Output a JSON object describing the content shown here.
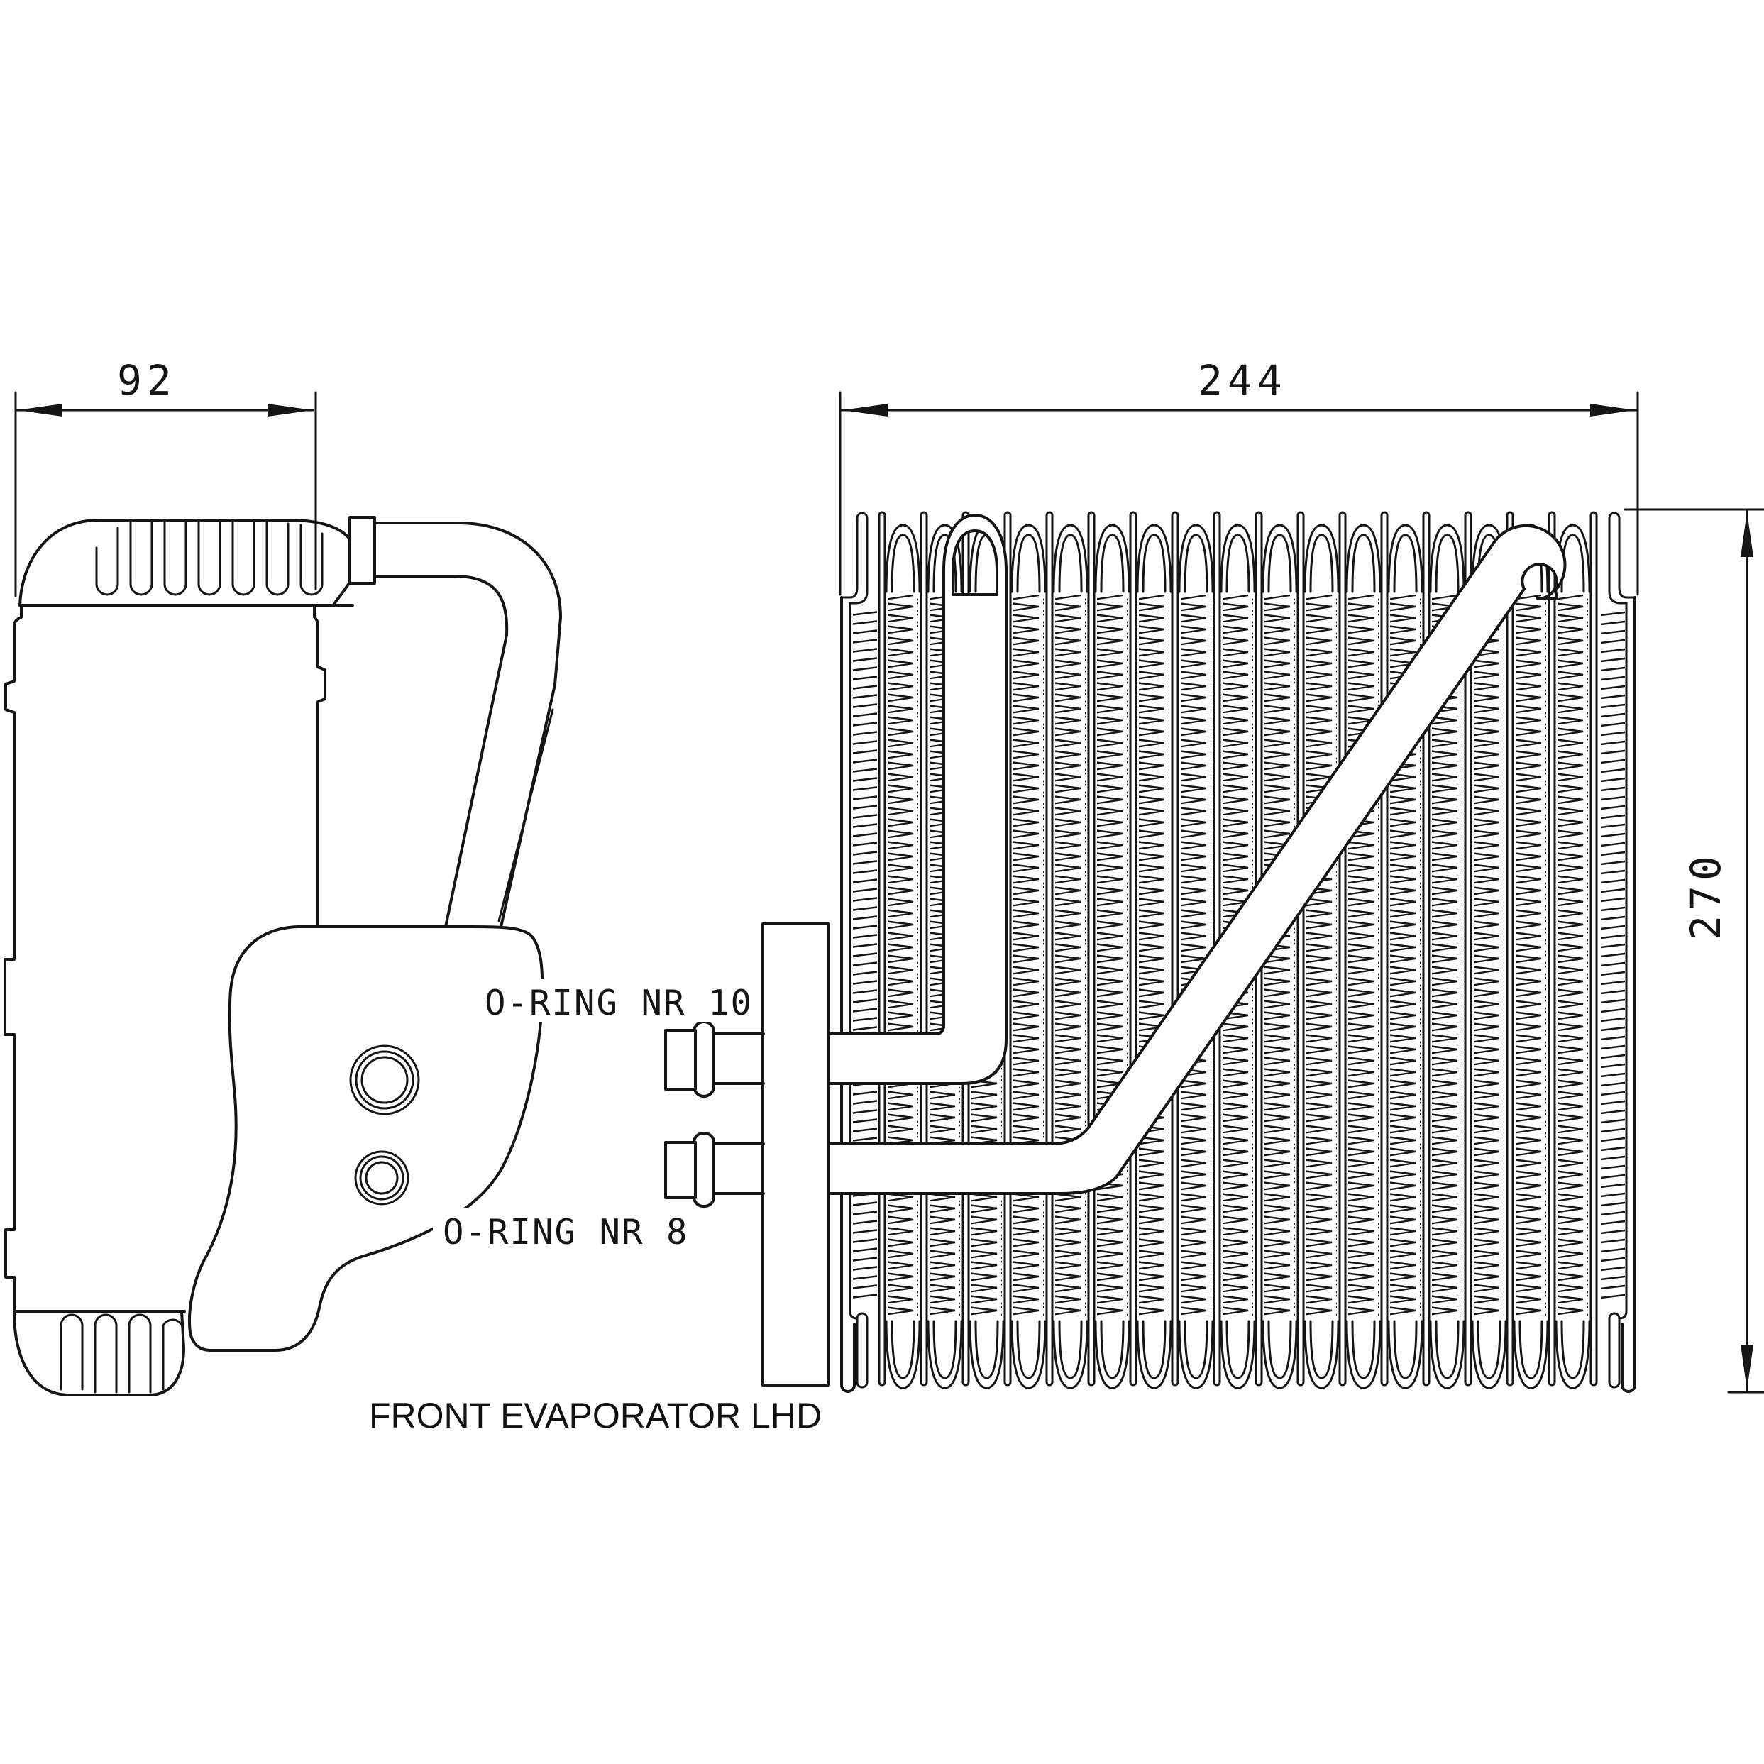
{
  "drawing": {
    "caption": "FRONT EVAPORATOR LHD",
    "annotations": {
      "oring_top": "O-RING NR 10",
      "oring_bottom": "O-RING NR 8"
    },
    "dimensions": {
      "side_width_mm": "92",
      "front_width_mm": "244",
      "front_height_mm": "270"
    },
    "colors": {
      "line": "#151515",
      "background": "#ffffff"
    }
  }
}
